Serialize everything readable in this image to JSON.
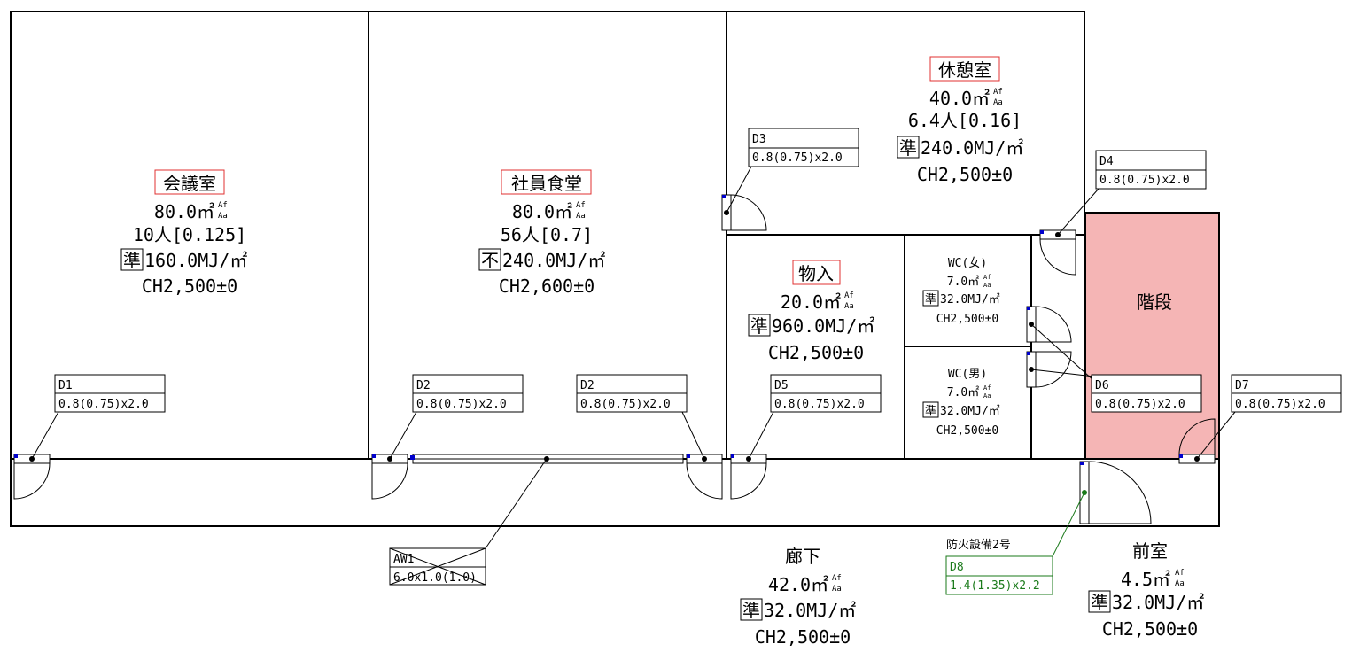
{
  "colors": {
    "line": "#000000",
    "stair_fill": "#f5b5b5",
    "room_name_border": "#e03030",
    "fire_door": "#1a7a1a",
    "hinge": "#0000cc"
  },
  "rooms": {
    "kaigi": {
      "name": "会議室",
      "area": "80.0㎡",
      "area_sup": "Af",
      "area_sub": "Aa",
      "people": "10人[0.125]",
      "fire_class": "準",
      "fire_load": "160.0MJ/㎡",
      "ceiling": "CH2,500±0"
    },
    "shokudo": {
      "name": "社員食堂",
      "area": "80.0㎡",
      "area_sup": "Af",
      "area_sub": "Aa",
      "people": "56人[0.7]",
      "fire_class": "不",
      "fire_load": "240.0MJ/㎡",
      "ceiling": "CH2,600±0"
    },
    "kyukei": {
      "name": "休憩室",
      "area": "40.0㎡",
      "area_sup": "Af",
      "area_sub": "Aa",
      "people": "6.4人[0.16]",
      "fire_class": "準",
      "fire_load": "240.0MJ/㎡",
      "ceiling": "CH2,500±0"
    },
    "monoire": {
      "name": "物入",
      "area": "20.0㎡",
      "area_sup": "Af",
      "area_sub": "Aa",
      "fire_class": "準",
      "fire_load": "960.0MJ/㎡",
      "ceiling": "CH2,500±0"
    },
    "wc_f": {
      "name": "WC(女)",
      "area": "7.0㎡",
      "area_sup": "Af",
      "area_sub": "Aa",
      "fire_class": "準",
      "fire_load": "32.0MJ/㎡",
      "ceiling": "CH2,500±0"
    },
    "wc_m": {
      "name": "WC(男)",
      "area": "7.0㎡",
      "area_sup": "Af",
      "area_sub": "Aa",
      "fire_class": "準",
      "fire_load": "32.0MJ/㎡",
      "ceiling": "CH2,500±0"
    },
    "kaidan": {
      "name": "階段"
    },
    "roka": {
      "name": "廊下",
      "area": "42.0㎡",
      "area_sup": "Af",
      "area_sub": "Aa",
      "fire_class": "準",
      "fire_load": "32.0MJ/㎡",
      "ceiling": "CH2,500±0"
    },
    "zenshitsu": {
      "name": "前室",
      "area": "4.5㎡",
      "area_sup": "Af",
      "area_sub": "Aa",
      "fire_class": "準",
      "fire_load": "32.0MJ/㎡",
      "ceiling": "CH2,500±0"
    }
  },
  "openings": {
    "d1": {
      "id": "D1",
      "spec": "0.8(0.75)x2.0"
    },
    "d2a": {
      "id": "D2",
      "spec": "0.8(0.75)x2.0"
    },
    "d2b": {
      "id": "D2",
      "spec": "0.8(0.75)x2.0"
    },
    "d3": {
      "id": "D3",
      "spec": "0.8(0.75)x2.0"
    },
    "d4": {
      "id": "D4",
      "spec": "0.8(0.75)x2.0"
    },
    "d5": {
      "id": "D5",
      "spec": "0.8(0.75)x2.0"
    },
    "d6": {
      "id": "D6",
      "spec": "0.8(0.75)x2.0"
    },
    "d7": {
      "id": "D7",
      "spec": "0.8(0.75)x2.0"
    },
    "d8": {
      "id": "D8",
      "spec": "1.4(1.35)x2.2",
      "note": "防火設備2号"
    },
    "aw1": {
      "id": "AW1",
      "spec": "6.0x1.0(1.0)"
    }
  }
}
